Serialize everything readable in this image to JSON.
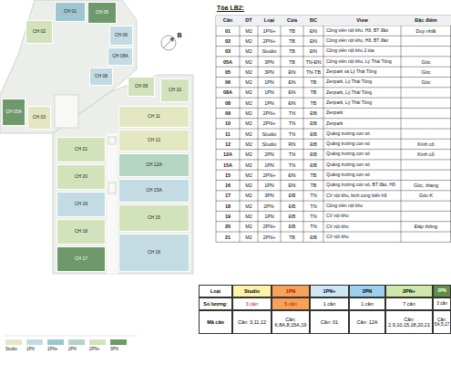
{
  "diagram": {
    "nodes": [
      {
        "text": [
          "CH 01"
        ]
      },
      {
        "text": [
          "CH 05"
        ]
      },
      {
        "text": [
          "CH 02"
        ]
      },
      {
        "text": [
          "CH 06"
        ]
      },
      {
        "text": [
          "CH 08A"
        ]
      },
      {
        "text": [
          "CH 08"
        ]
      },
      {
        "text": [
          "CH 09"
        ]
      },
      {
        "text": [
          "CH 10"
        ]
      },
      {
        "text": [
          "CH 05A"
        ]
      },
      {
        "text": [
          "CH 03"
        ]
      },
      {
        "text": [
          "CH 11"
        ]
      },
      {
        "text": [
          "CH 12"
        ]
      },
      {
        "text": [
          "CH 21"
        ]
      },
      {
        "text": [
          "CH 12A"
        ]
      },
      {
        "text": [
          "CH 20"
        ]
      },
      {
        "text": [
          "CH 15A"
        ]
      },
      {
        "text": [
          "CH 19"
        ]
      },
      {
        "text": [
          "CH 15"
        ]
      },
      {
        "text": [
          "CH 18"
        ]
      },
      {
        "text": [
          "CH 16"
        ]
      },
      {
        "text": [
          "CH 17"
        ]
      }
    ],
    "labels": [
      "Tòa LB2:",
      "Căn",
      "DT",
      "Loại",
      "Cửa",
      "BC",
      "View",
      "Đặc điểm",
      "01",
      "M2",
      "1PN+",
      "TB",
      "ĐN",
      "Công viên nội khu, Hồ, BT đảo",
      "Duy nhất",
      "02",
      "M2",
      "2PN+",
      "TB",
      "ĐN",
      "Công viên nội khu, Hồ, BT đảo",
      "03",
      "M2",
      "Studio",
      "TB",
      "ĐN",
      "Công viên nội khu 2 tòa",
      "05A",
      "M2",
      "3PN",
      "TB",
      "TN-ĐN",
      "Công viên nội khu, Lý Thái Tông",
      "Góc",
      "05",
      "M2",
      "3PN",
      "ĐN",
      "TN-TB",
      "Zenpark và Lý Thái Tông",
      "Góc",
      "06",
      "M2",
      "1PN",
      "ĐN",
      "TB",
      "Zenpark, Lý Thái Tông",
      "Góc",
      "08A",
      "M2",
      "1PN",
      "ĐN",
      "TB",
      "Zenpark, Lý Thái Tông",
      "08",
      "M2",
      "1PN",
      "ĐN",
      "TB",
      "Zenpark, Lý Thái Tông",
      "09",
      "M2",
      "2PN+",
      "TN",
      "ĐB",
      "Zenpark",
      "10",
      "M2",
      "2PN+",
      "TN",
      "ĐB",
      "Zenpark",
      "11",
      "M2",
      "Studio",
      "TN",
      "ĐB",
      "Quảng trường con sò",
      "12",
      "M2",
      "Studio",
      "RN",
      "ĐB",
      "Quảng trường con sò",
      "Kinh cổ",
      "12A",
      "M2",
      "2PN",
      "TN",
      "ĐB",
      "Quảng trường con sò",
      "Kinh cổ",
      "15A",
      "M2",
      "1PN",
      "TN",
      "ĐB",
      "Quảng trường con sò",
      "15",
      "M2",
      "2PN+",
      "ĐN",
      "TB",
      "Quảng trường con sò",
      "16",
      "M2",
      "1PN",
      "ĐN",
      "TB",
      "Quảng trường con sò, BT đảo, Hồ",
      "Góc, thang",
      "17",
      "M2",
      "3PN",
      "ĐB",
      "TN",
      "CV nội khu, kinh cong biển hồ",
      "Góc-K",
      "18",
      "M2",
      "2PN-",
      "ĐB",
      "TN",
      "Công viên nội khu",
      "19",
      "M2",
      "1PN",
      "ĐB",
      "TN",
      "CV nội khu",
      "20",
      "M2",
      "2PN+",
      "ĐB",
      "TN",
      "CV nội khu",
      "Đáp thông",
      "21",
      "M2",
      "2PN+",
      "TB",
      "ĐB",
      "CV nội khu",
      "B",
      "Loại",
      "Studio",
      "1PN",
      "1PN+",
      "2PN",
      "2PN+",
      "3PN",
      "Số lượng:",
      "3 căn",
      "5 căn",
      "1 căn",
      "1 căn",
      "7 căn",
      "3 căn",
      "Mã căn",
      "Căn: 3,11,12",
      "Căn: 6,8A,8,15A,19",
      "Căn: 01",
      "Căn: 12A",
      "Căn: 2,9,10,15,18,20,21",
      "Căn: 5A,5,17"
    ],
    "legend": [
      {
        "text": "Studio",
        "color": "#e4e8c2"
      },
      {
        "text": "1PN",
        "color": "#c3dce4"
      },
      {
        "text": "1PN+",
        "color": "#9ec6d1"
      },
      {
        "text": "2PN",
        "color": "#b4d5c1"
      },
      {
        "text": "2PN+",
        "color": "#d2e3bb"
      },
      {
        "text": "3PN",
        "color": "#6e996a"
      }
    ]
  }
}
